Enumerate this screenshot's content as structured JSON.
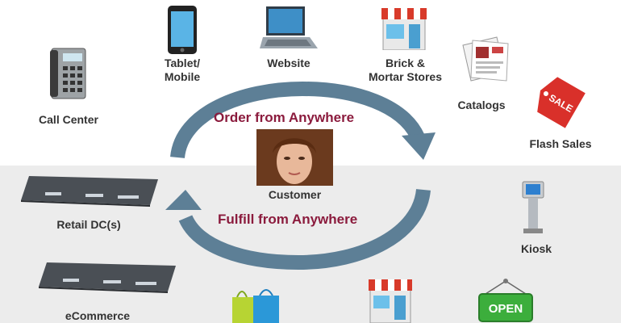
{
  "diagram": {
    "channels_in": [
      {
        "id": "call-center",
        "label": "Call Center"
      },
      {
        "id": "tablet",
        "label": "Tablet/\nMobile"
      },
      {
        "id": "website",
        "label": "Website"
      },
      {
        "id": "brick",
        "label": "Brick &\nMortar Stores"
      },
      {
        "id": "catalogs",
        "label": "Catalogs"
      },
      {
        "id": "flash",
        "label": "Flash Sales"
      }
    ],
    "center": {
      "label": "Customer"
    },
    "order_text": "Order from Anywhere",
    "fulfill_text": "Fulfill from Anywhere",
    "fulfillment": [
      {
        "id": "retail-dc",
        "label": "Retail DC(s)"
      },
      {
        "id": "ecommerce",
        "label": "eCommerce"
      },
      {
        "id": "kiosk",
        "label": "Kiosk"
      }
    ],
    "sale_tag_text": "SALE",
    "open_sign_text": "OPEN",
    "colors": {
      "arrow": "#5d7f96",
      "slogan": "#8b1b3d",
      "band": "#ececec"
    }
  }
}
